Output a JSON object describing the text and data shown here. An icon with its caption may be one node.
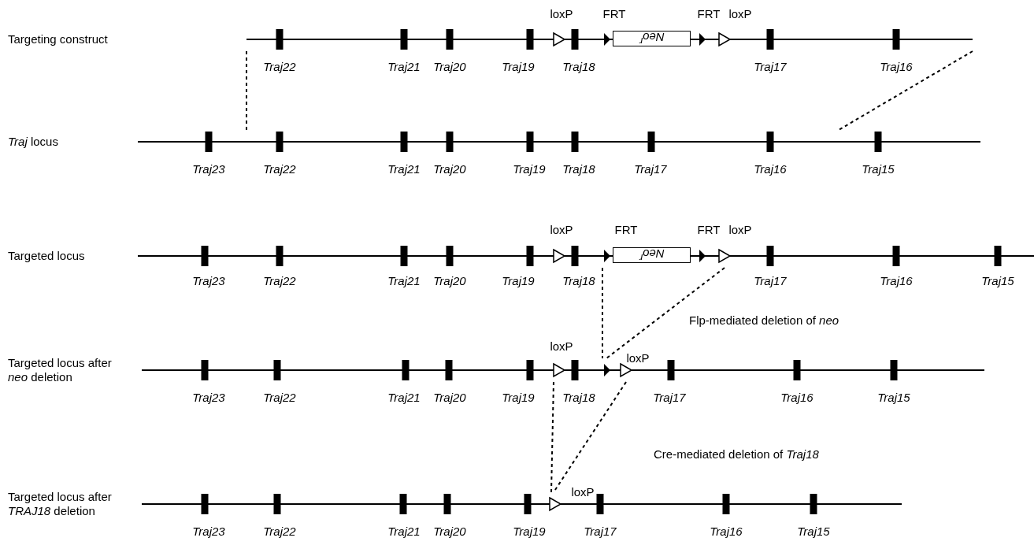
{
  "diagram": {
    "nodes": [
      {
        "text": [
          "Targeting construct"
        ]
      },
      {
        "text": [
          "Neo$^{r}$"
        ],
        "in": 0
      },
      {
        "text": [
          "*Traj* locus"
        ]
      },
      {
        "text": [
          "Targeted locus"
        ]
      },
      {
        "text": [
          "Neo$^{r}$"
        ],
        "in": 3
      },
      {
        "text": [
          "Targeted locus after *neo* deletion"
        ]
      },
      {
        "text": [
          "Targeted locus after *TRAJ18* deletion"
        ]
      }
    ],
    "edges": [
      {
        "from": 0,
        "to": 2,
        "arrow": "none",
        "style": "dashed"
      },
      {
        "from": 0,
        "to": 2,
        "arrow": "none",
        "style": "dashed"
      },
      {
        "from": 3,
        "to": 5,
        "arrow": "none",
        "style": "dashed"
      },
      {
        "from": 3,
        "to": 5,
        "arrow": "none",
        "style": "dashed"
      },
      {
        "from": 5,
        "to": 6,
        "arrow": "none",
        "style": "dashed"
      },
      {
        "from": 5,
        "to": 6,
        "arrow": "none",
        "style": "dashed"
      }
    ],
    "labels": [
      "loxP",
      "FRT",
      "FRT",
      "loxP",
      "Traj22",
      "Traj21",
      "Traj20",
      "Traj19",
      "Traj18",
      "Traj17",
      "Traj16",
      "Traj23",
      "Traj22",
      "Traj21",
      "Traj20",
      "Traj19",
      "Traj18",
      "Traj17",
      "Traj16",
      "Traj15",
      "loxP",
      "FRT",
      "FRT",
      "loxP",
      "Traj23",
      "Traj22",
      "Traj21",
      "Traj20",
      "Traj19",
      "Traj18",
      "Traj17",
      "Traj16",
      "Traj15",
      "Flp-mediated deletion of *neo*",
      "loxP",
      "loxP",
      "Traj23",
      "Traj22",
      "Traj21",
      "Traj20",
      "Traj19",
      "Traj18",
      "Traj17",
      "Traj16",
      "Traj15",
      "Cre-mediated deletion of *Traj18*",
      "loxP",
      "Traj23",
      "Traj22",
      "Traj21",
      "Traj20",
      "Traj19",
      "Traj17",
      "Traj16",
      "Traj15"
    ]
  }
}
